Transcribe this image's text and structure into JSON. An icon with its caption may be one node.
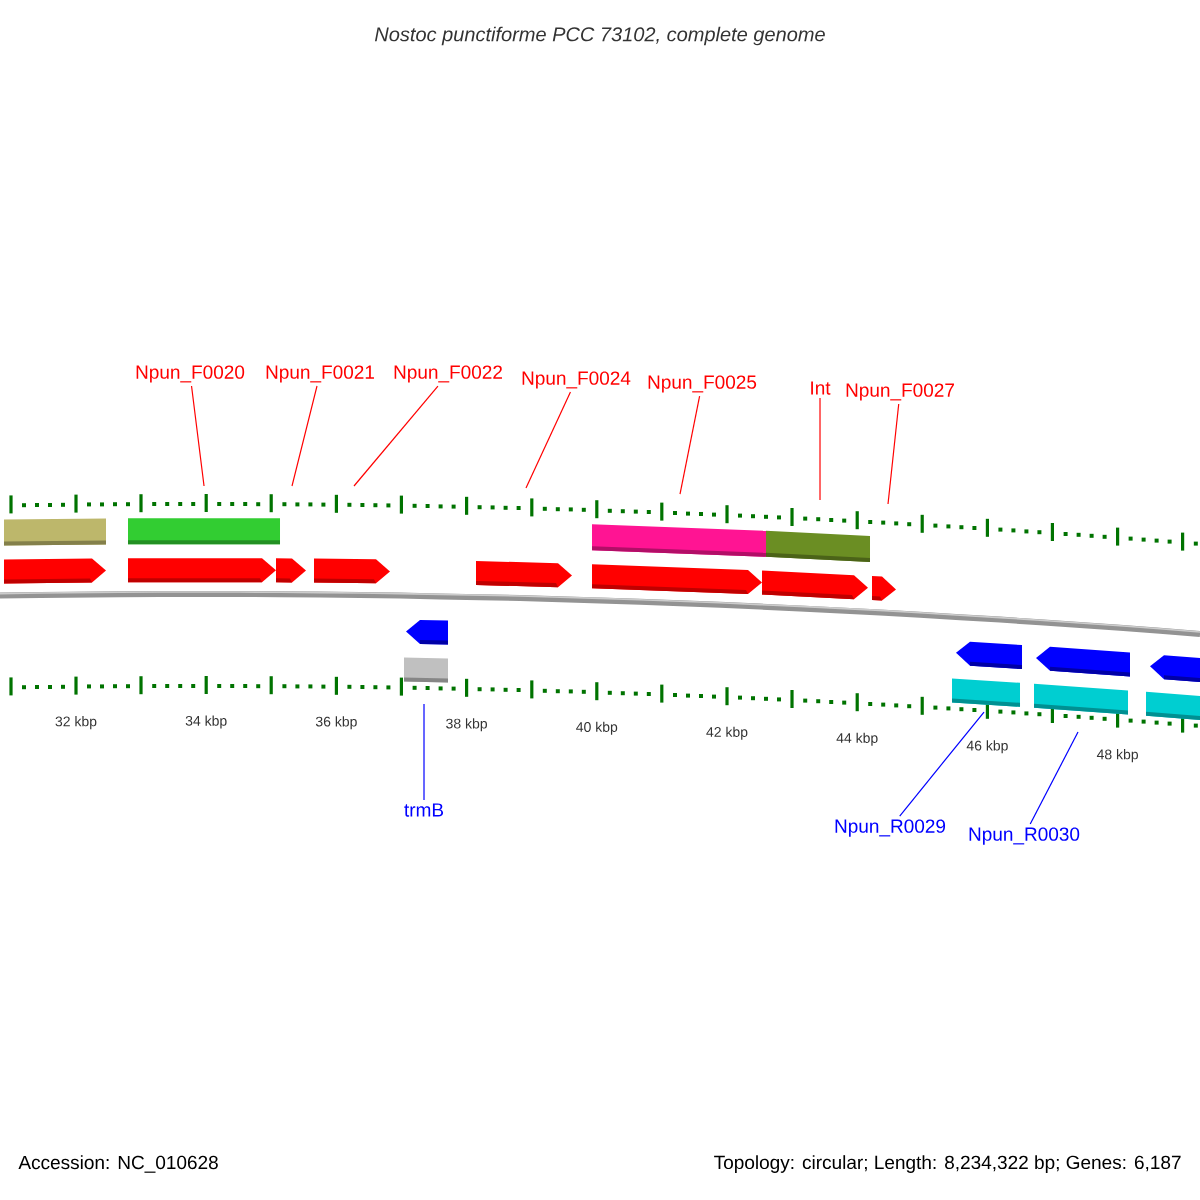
{
  "diagram": {
    "title": "Nostoc punctiforme PCC 73102, complete genome",
    "nodes": [
      {
        "text": [
          "Npun_F0020"
        ]
      },
      {
        "text": [
          "Npun_F0021"
        ]
      },
      {
        "text": [
          "Npun_F0022"
        ]
      },
      {
        "text": [
          "Npun_F0024"
        ]
      },
      {
        "text": [
          "Npun_F0025"
        ]
      },
      {
        "text": [
          "Int"
        ]
      },
      {
        "text": [
          "Npun_F0027"
        ]
      },
      {
        "text": [
          "trmB"
        ]
      },
      {
        "text": [
          "Npun_R0029"
        ]
      },
      {
        "text": [
          "Npun_R0030"
        ]
      }
    ],
    "edges": [
      {
        "from": 0,
        "to": null,
        "arrow": "none"
      },
      {
        "from": 1,
        "to": null,
        "arrow": "none"
      },
      {
        "from": 2,
        "to": null,
        "arrow": "none"
      },
      {
        "from": 3,
        "to": null,
        "arrow": "none"
      },
      {
        "from": 4,
        "to": null,
        "arrow": "none"
      },
      {
        "from": 5,
        "to": null,
        "arrow": "none"
      },
      {
        "from": 6,
        "to": null,
        "arrow": "none"
      },
      {
        "from": 7,
        "to": null,
        "arrow": "none",
        "color": "#0000ff"
      },
      {
        "from": 8,
        "to": null,
        "arrow": "none",
        "color": "#0000ff"
      },
      {
        "from": 9,
        "to": null,
        "arrow": "none",
        "color": "#0000ff"
      }
    ],
    "labels": [
      "32 kbp",
      "34 kbp",
      "36 kbp",
      "38 kbp",
      "40 kbp",
      "42 kbp",
      "44 kbp",
      "46 kbp",
      "48 kbp",
      "Accession: NC_010628",
      "Topology: circular; Length: 8,234,322 bp; Genes: 6,187"
    ]
  }
}
